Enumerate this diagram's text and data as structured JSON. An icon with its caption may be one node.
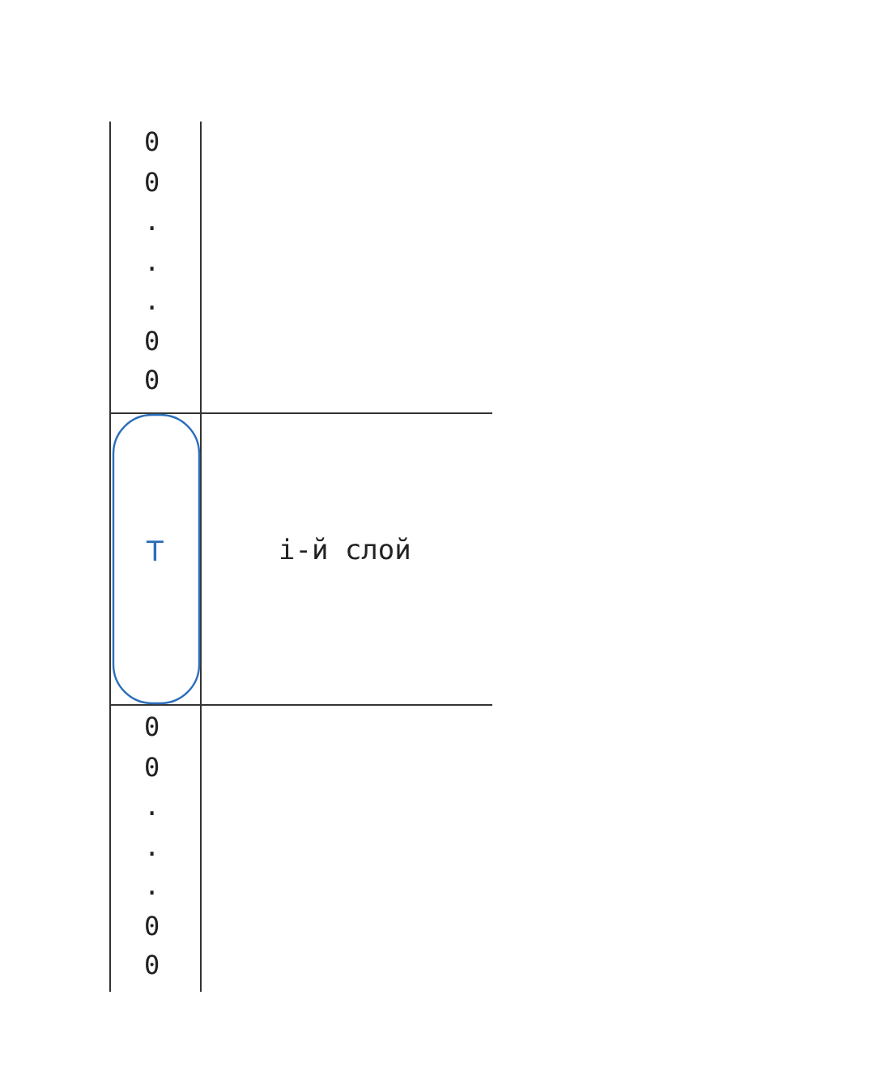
{
  "diagram": {
    "nodes": [
      {
        "text": [
          "T"
        ]
      }
    ],
    "labels": [
      "0 0 . . . 0 0",
      "i-й слой",
      "0 0 . . . 0 0"
    ]
  }
}
